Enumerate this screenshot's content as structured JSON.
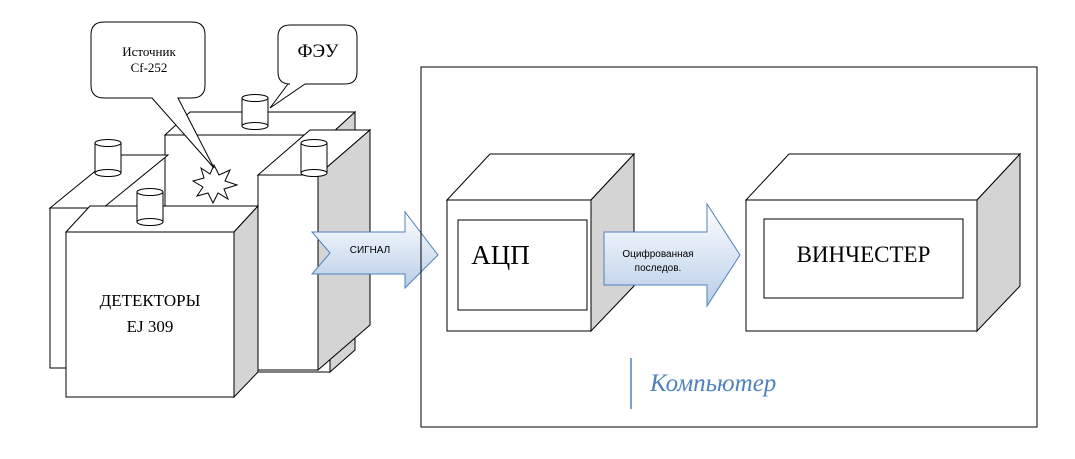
{
  "callouts": {
    "source_line1": "Источник",
    "source_line2": "Cf-252",
    "pmt": "ФЭУ"
  },
  "detectors": {
    "line1": "ДЕТЕКТОРЫ",
    "line2": "EJ 309"
  },
  "arrows": {
    "signal": "СИГНАЛ",
    "digitized_line1": "Оцифрованная",
    "digitized_line2": "последов."
  },
  "computer": {
    "adc": "АЦП",
    "hdd": "ВИНЧЕСТЕР",
    "label": "Компьютер",
    "label_color": "#4f81bd"
  },
  "colors": {
    "arrow_light": "#ffffff",
    "arrow_dark": "#c6d9f1",
    "arrow_stroke": "#4f81bd",
    "side_face": "#d4d4d4",
    "top_face": "#ffffff"
  }
}
